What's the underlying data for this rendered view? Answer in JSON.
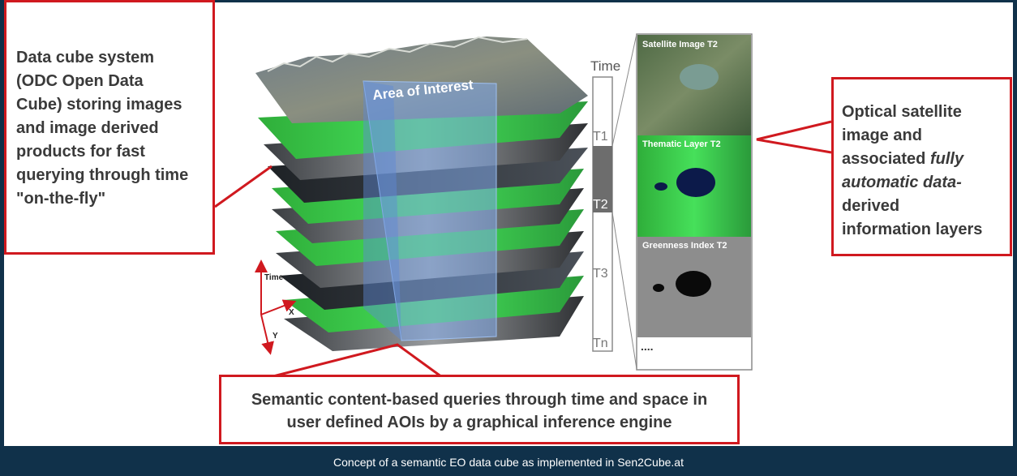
{
  "left_callout": {
    "lines": [
      "Data cube system",
      "(ODC Open Data",
      "Cube) storing images",
      "and image derived",
      "products for fast",
      "querying through time",
      "\"on-the-fly\""
    ]
  },
  "right_callout": {
    "line1": "Optical satellite",
    "line2": "image and",
    "line3_pre": "associated ",
    "line3_it": "fully",
    "line4_it": "automatic data-",
    "line5": "derived",
    "line6": "information layers"
  },
  "bottom_callout": {
    "line1": "Semantic content-based queries through time and space in",
    "line2": "user defined AOIs by a graphical inference engine"
  },
  "cube": {
    "aoi_label": "Area of Interest",
    "axis_time": "Time",
    "axis_x": "X",
    "axis_y": "Y"
  },
  "timeline": {
    "title": "Time",
    "ticks": [
      "T1",
      "T2",
      "T3",
      "Tn"
    ]
  },
  "panels": {
    "satellite": "Satellite Image T2",
    "thematic": "Thematic Layer T2",
    "greenness": "Greenness Index T2",
    "more": "...."
  },
  "caption": "Concept of a semantic EO data cube as implemented in Sen2Cube.at",
  "colors": {
    "callout_border": "#d0191f",
    "page_background": "#10314a",
    "aoi_fill": "#7fa8e8",
    "timeline_highlight": "#6d6d6d"
  }
}
